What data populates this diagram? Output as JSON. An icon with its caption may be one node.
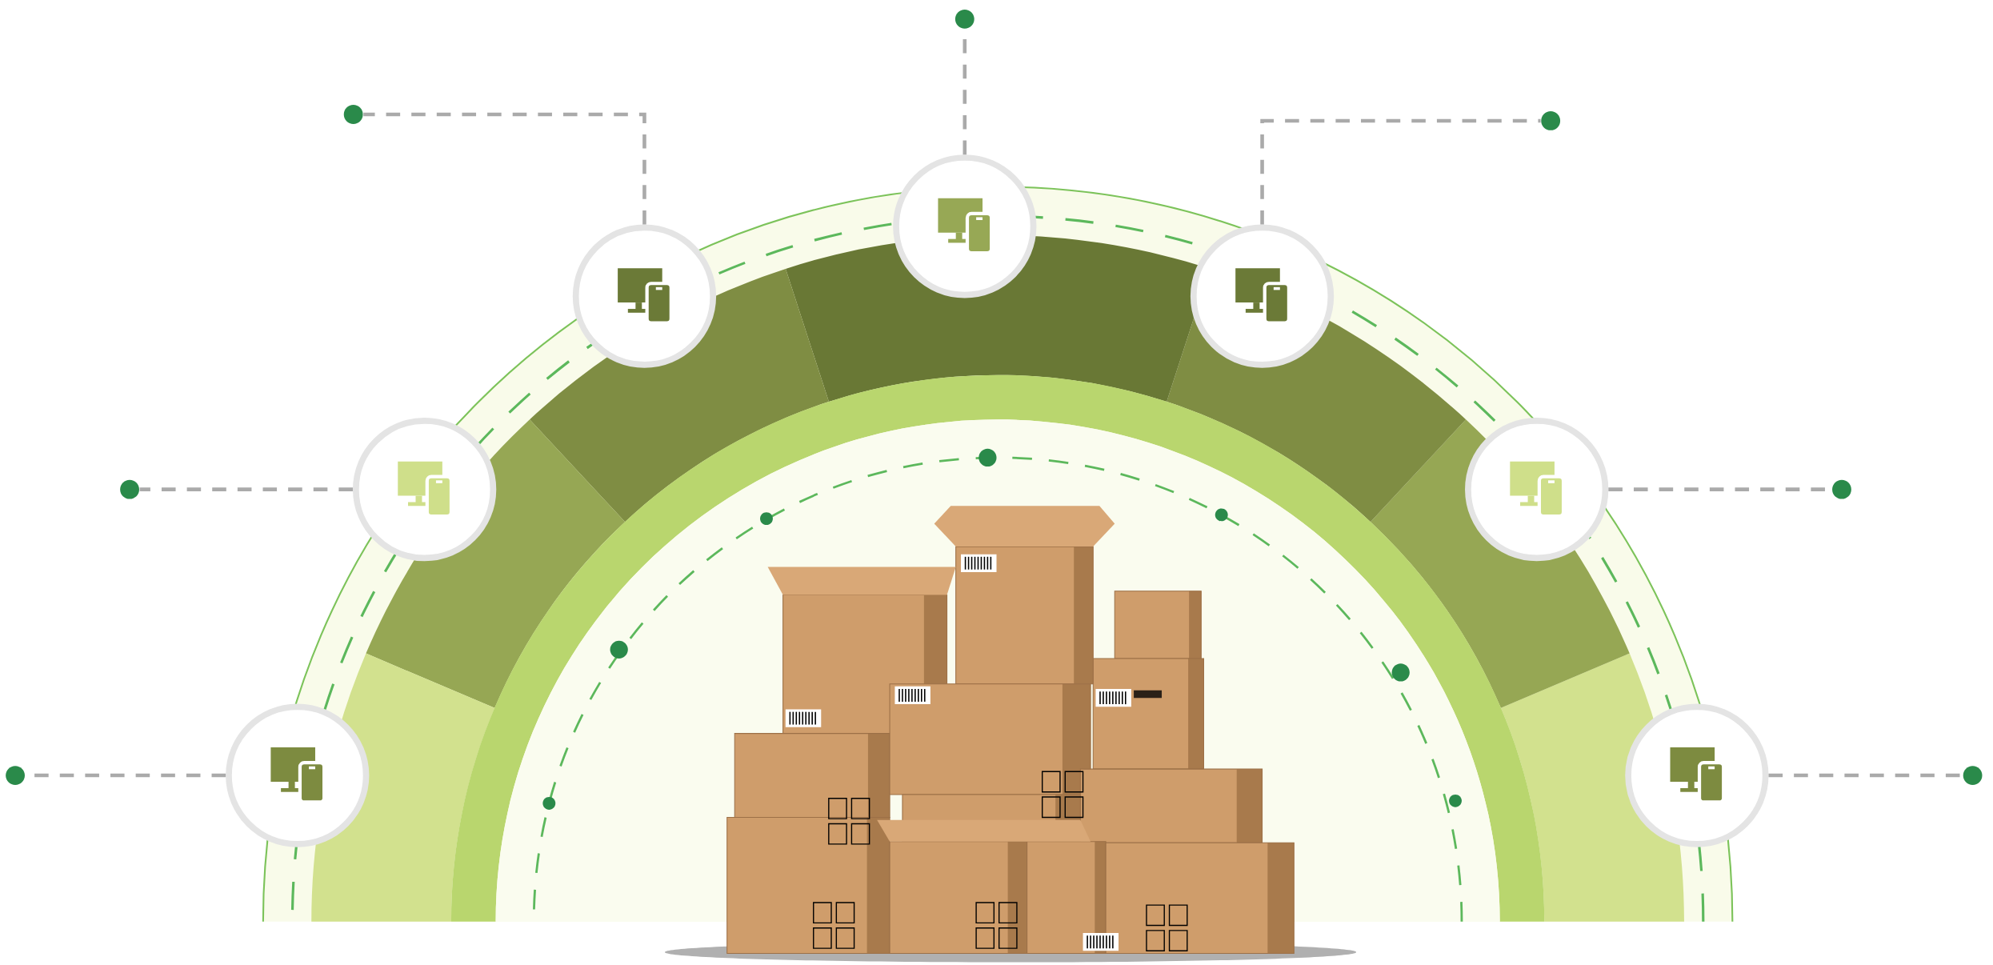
{
  "diagram": {
    "nodes": [
      {
        "text": [],
        "shape": "circle"
      },
      {
        "text": [],
        "shape": "circle"
      },
      {
        "text": [],
        "shape": "circle"
      },
      {
        "text": [],
        "shape": "circle"
      },
      {
        "text": [],
        "shape": "circle"
      },
      {
        "text": [],
        "shape": "circle"
      },
      {
        "text": [],
        "shape": "circle"
      },
      {
        "text": [],
        "shape": "circle"
      },
      {
        "text": [],
        "shape": "circle"
      },
      {
        "text": [],
        "shape": "circle"
      },
      {
        "text": [],
        "shape": "circle"
      },
      {
        "text": [],
        "shape": "circle"
      },
      {
        "text": [],
        "shape": "circle"
      },
      {
        "text": [],
        "shape": "circle"
      }
    ],
    "edges": [
      {
        "from": 0,
        "to": 7,
        "arrow": "none",
        "style": "dashed"
      },
      {
        "from": 1,
        "to": 8,
        "arrow": "none",
        "style": "dashed"
      },
      {
        "from": 2,
        "to": 9,
        "arrow": "none",
        "style": "dashed"
      },
      {
        "from": 3,
        "to": 10,
        "arrow": "none",
        "style": "dashed"
      },
      {
        "from": 4,
        "to": 11,
        "arrow": "none",
        "style": "dashed"
      },
      {
        "from": 5,
        "to": 12,
        "arrow": "none",
        "style": "dashed"
      },
      {
        "from": 6,
        "to": 13,
        "arrow": "none",
        "style": "dashed"
      }
    ]
  }
}
